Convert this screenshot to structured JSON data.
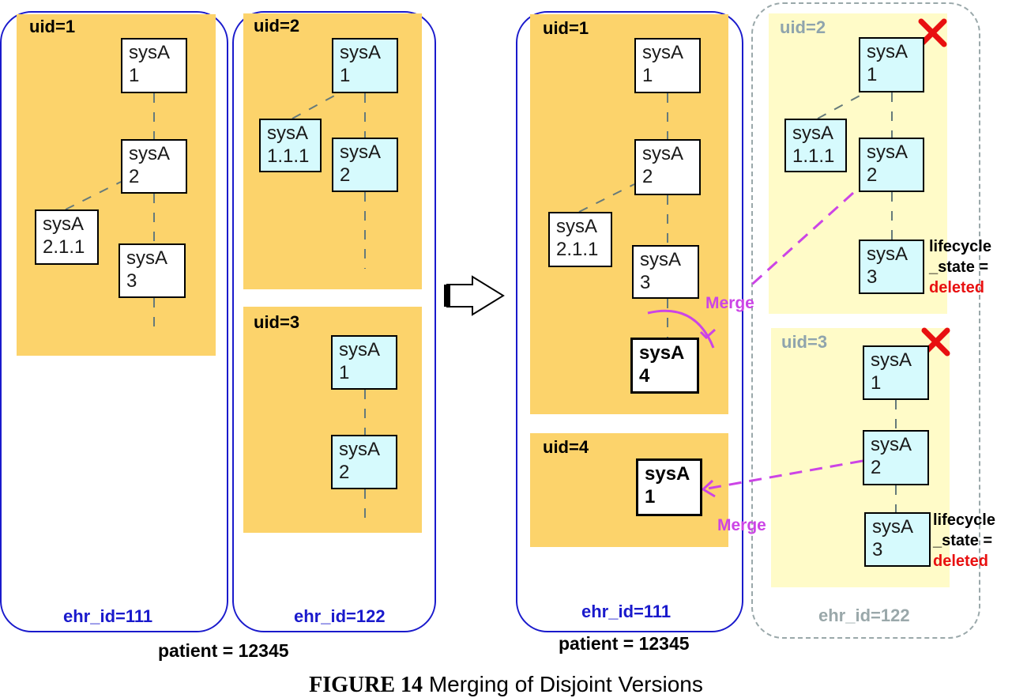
{
  "left_group": {
    "ehr1": {
      "uid": "uid=1",
      "ehr_label": "ehr_id=111",
      "nodes": [
        {
          "line1": "sysA",
          "line2": "1"
        },
        {
          "line1": "sysA",
          "line2": "2"
        },
        {
          "line1": "sysA",
          "line2": "2.1.1"
        },
        {
          "line1": "sysA",
          "line2": "3"
        }
      ]
    },
    "ehr2": {
      "ehr_label": "ehr_id=122",
      "comp_a": {
        "uid": "uid=2",
        "nodes": [
          {
            "line1": "sysA",
            "line2": "1"
          },
          {
            "line1": "sysA",
            "line2": "1.1.1"
          },
          {
            "line1": "sysA",
            "line2": "2"
          }
        ]
      },
      "comp_b": {
        "uid": "uid=3",
        "nodes": [
          {
            "line1": "sysA",
            "line2": "1"
          },
          {
            "line1": "sysA",
            "line2": "2"
          }
        ]
      }
    },
    "patient": "patient = 12345"
  },
  "right_group": {
    "ehr1": {
      "ehr_label": "ehr_id=111",
      "comp_a": {
        "uid": "uid=1",
        "nodes": [
          {
            "line1": "sysA",
            "line2": "1"
          },
          {
            "line1": "sysA",
            "line2": "2"
          },
          {
            "line1": "sysA",
            "line2": "2.1.1"
          },
          {
            "line1": "sysA",
            "line2": "3"
          },
          {
            "line1": "sysA",
            "line2": "4"
          }
        ]
      },
      "comp_b": {
        "uid": "uid=4",
        "nodes": [
          {
            "line1": "sysA",
            "line2": "1"
          }
        ]
      }
    },
    "ehr2": {
      "ehr_label": "ehr_id=122",
      "comp_a": {
        "uid": "uid=2",
        "nodes": [
          {
            "line1": "sysA",
            "line2": "1"
          },
          {
            "line1": "sysA",
            "line2": "1.1.1"
          },
          {
            "line1": "sysA",
            "line2": "2"
          },
          {
            "line1": "sysA",
            "line2": "3"
          }
        ],
        "lifecycle_line1": "lifecycle",
        "lifecycle_line2": "_state =",
        "lifecycle_value": "deleted"
      },
      "comp_b": {
        "uid": "uid=3",
        "nodes": [
          {
            "line1": "sysA",
            "line2": "1"
          },
          {
            "line1": "sysA",
            "line2": "2"
          },
          {
            "line1": "sysA",
            "line2": "3"
          }
        ],
        "lifecycle_line1": "lifecycle",
        "lifecycle_line2": "_state =",
        "lifecycle_value": "deleted"
      }
    },
    "patient": "patient = 12345",
    "merge_labels": [
      "Merge",
      "Merge"
    ]
  },
  "caption": {
    "figure_label": "FIGURE 14",
    "title": "Merging of Disjoint Versions"
  },
  "colors": {
    "ehr_border": "#1a1acc",
    "panel_orange": "#fcd36b",
    "panel_pale": "#fffbc8",
    "box_cyan": "#d6fafd",
    "merge_magenta": "#cc44e6",
    "deleted_red": "#e81010",
    "cross_red": "#e81010",
    "dashed_gray": "#9aa8aa"
  }
}
